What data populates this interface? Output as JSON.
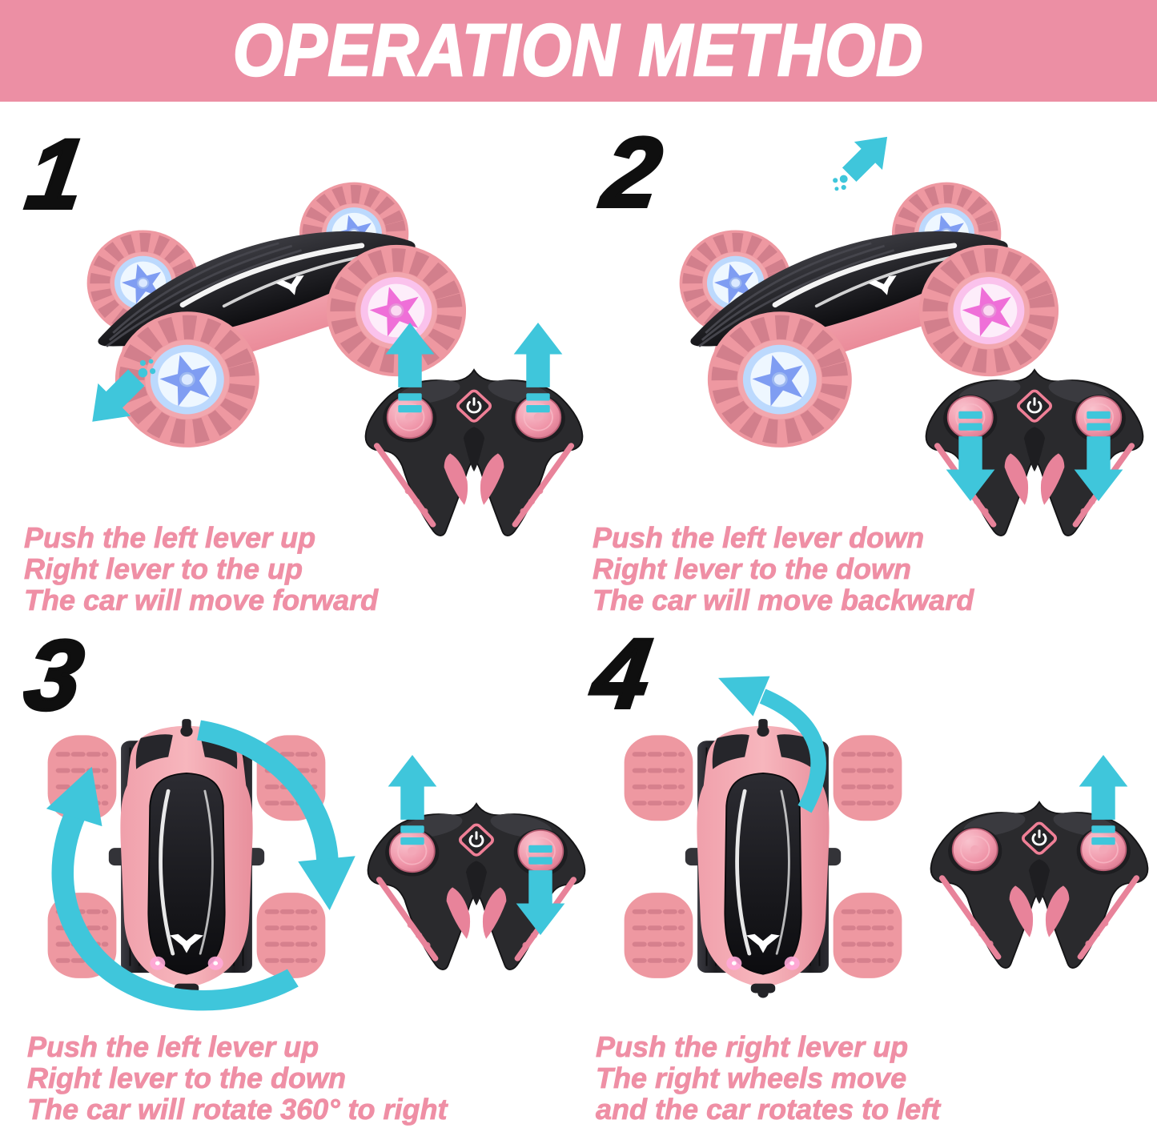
{
  "title": "OPERATION METHOD",
  "colors": {
    "banner_pink": "#ec8fa4",
    "caption_pink": "#ef8fa5",
    "arrow_cyan": "#3fc6db",
    "car_pink": "#f2a0aa",
    "tire_pink": "#ee98a1",
    "controller_black": "#2a2a2d",
    "accent_pink": "#e8839a",
    "wheel_glow_blue": "#bcd9fd",
    "wheel_glow_pink": "#fac2ec",
    "number_black": "#0f0f0f",
    "background": "#ffffff"
  },
  "steps": [
    {
      "number": "1",
      "caption_lines": [
        "Push the left lever up",
        "Right lever to the up",
        "The car will move forward"
      ],
      "car_view": "side",
      "car_direction_arrow": "down-left",
      "left_lever_arrow": "up",
      "right_lever_arrow": "up"
    },
    {
      "number": "2",
      "caption_lines": [
        "Push the left lever down",
        "Right lever to the down",
        "The car will move backward"
      ],
      "car_view": "side",
      "car_direction_arrow": "up-right",
      "left_lever_arrow": "down",
      "right_lever_arrow": "down"
    },
    {
      "number": "3",
      "caption_lines": [
        "Push the left lever up",
        "Right lever to the down",
        "The car will rotate 360° to right"
      ],
      "car_view": "top",
      "car_direction_arrow": "rotate-clockwise",
      "left_lever_arrow": "up",
      "right_lever_arrow": "down"
    },
    {
      "number": "4",
      "caption_lines": [
        "Push the right lever up",
        "The right wheels move",
        "and the car rotates to left"
      ],
      "car_view": "top",
      "car_direction_arrow": "curve-to-left",
      "left_lever_arrow": "none",
      "right_lever_arrow": "up"
    }
  ]
}
